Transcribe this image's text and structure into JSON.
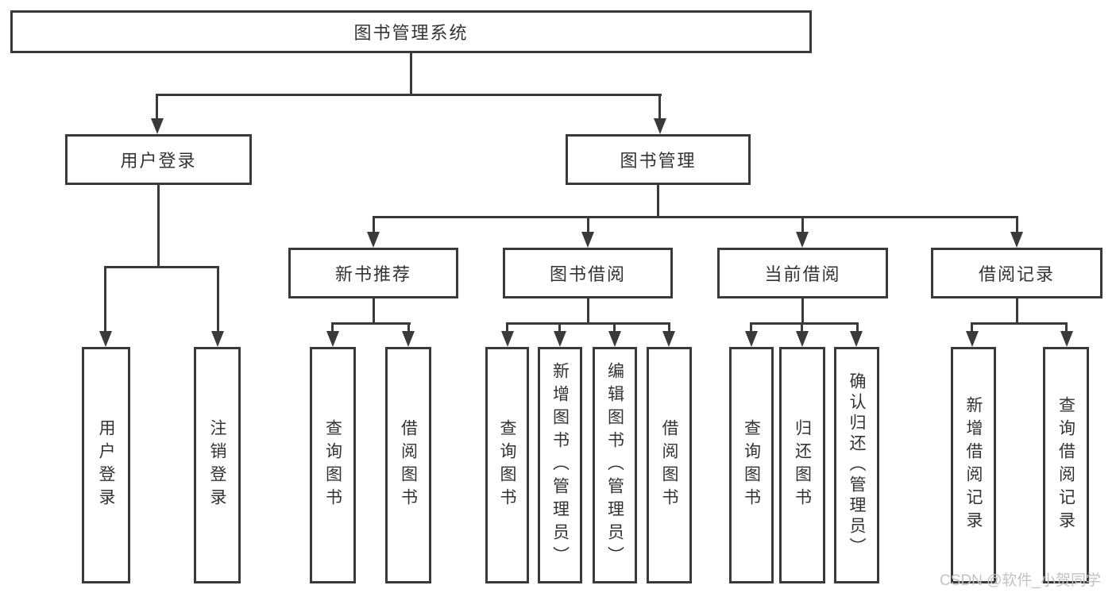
{
  "diagram": {
    "type": "hierarchy",
    "root": {
      "label": "图书管理系统",
      "children": [
        {
          "label": "用户登录",
          "children": [
            {
              "label": "用户登录"
            },
            {
              "label": "注销登录"
            }
          ]
        },
        {
          "label": "图书管理",
          "children": [
            {
              "label": "新书推荐",
              "children": [
                {
                  "label": "查询图书"
                },
                {
                  "label": "借阅图书"
                }
              ]
            },
            {
              "label": "图书借阅",
              "children": [
                {
                  "label": "查询图书"
                },
                {
                  "label": "新增图书（管理员）"
                },
                {
                  "label": "编辑图书（管理员）"
                },
                {
                  "label": "借阅图书"
                }
              ]
            },
            {
              "label": "当前借阅",
              "children": [
                {
                  "label": "查询图书"
                },
                {
                  "label": "归还图书"
                },
                {
                  "label": "确认归还（管理员）"
                }
              ]
            },
            {
              "label": "借阅记录",
              "children": [
                {
                  "label": "新增借阅记录"
                },
                {
                  "label": "查询借阅记录"
                }
              ]
            }
          ]
        }
      ]
    }
  },
  "watermark": {
    "text": "CSDN @软件_小贺同学"
  },
  "colors": {
    "line": "#3a3a3a",
    "text": "#333333",
    "watermark": "#c3c3c3",
    "bg": "#ffffff"
  }
}
